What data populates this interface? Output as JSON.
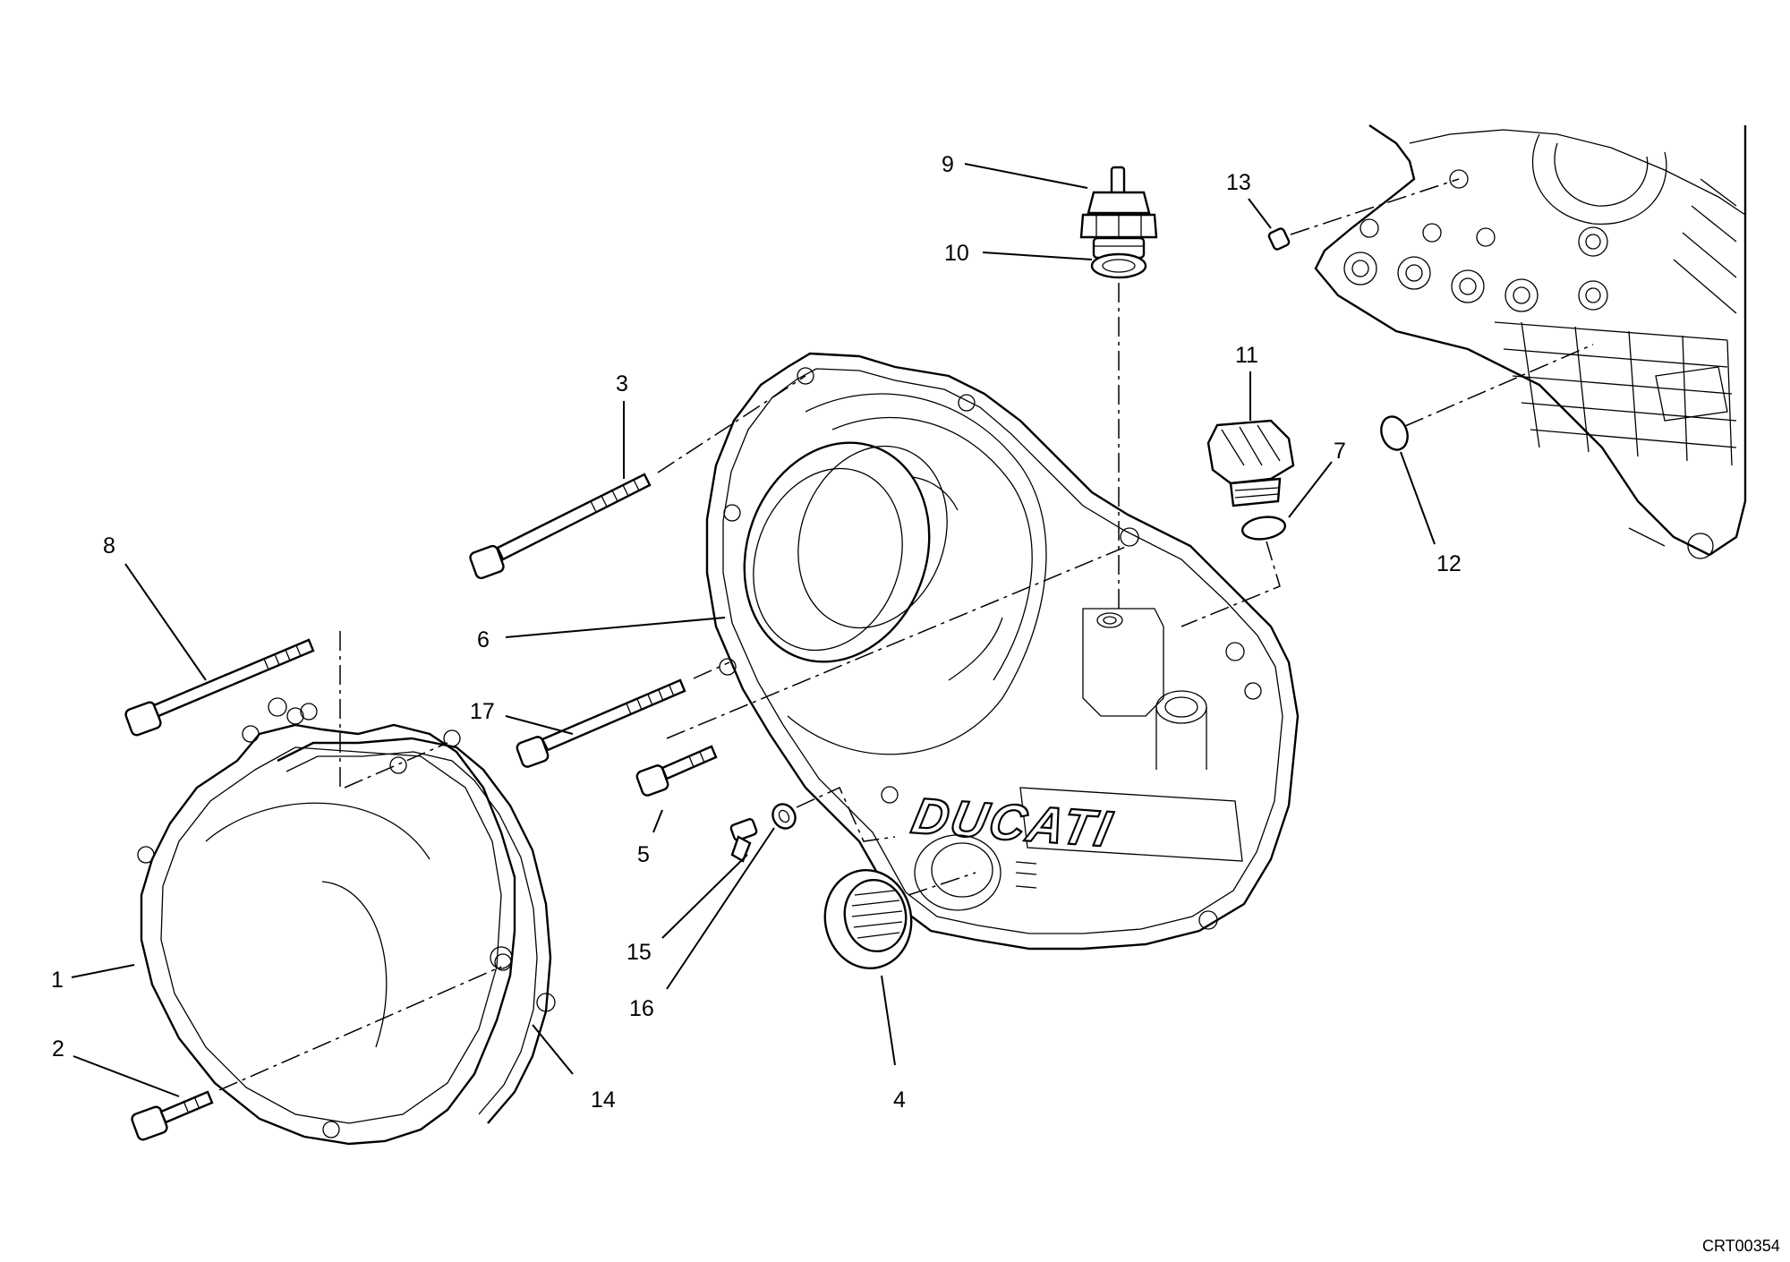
{
  "diagram": {
    "drawing_code": "CRT00354",
    "brand_text": "DUCATI",
    "callouts": [
      {
        "id": "1",
        "label": "1"
      },
      {
        "id": "2",
        "label": "2"
      },
      {
        "id": "3",
        "label": "3"
      },
      {
        "id": "4",
        "label": "4"
      },
      {
        "id": "5",
        "label": "5"
      },
      {
        "id": "6",
        "label": "6"
      },
      {
        "id": "7",
        "label": "7"
      },
      {
        "id": "8",
        "label": "8"
      },
      {
        "id": "9",
        "label": "9"
      },
      {
        "id": "10",
        "label": "10"
      },
      {
        "id": "11",
        "label": "11"
      },
      {
        "id": "12",
        "label": "12"
      },
      {
        "id": "13",
        "label": "13"
      },
      {
        "id": "14",
        "label": "14"
      },
      {
        "id": "15",
        "label": "15"
      },
      {
        "id": "16",
        "label": "16"
      },
      {
        "id": "17",
        "label": "17"
      }
    ]
  }
}
